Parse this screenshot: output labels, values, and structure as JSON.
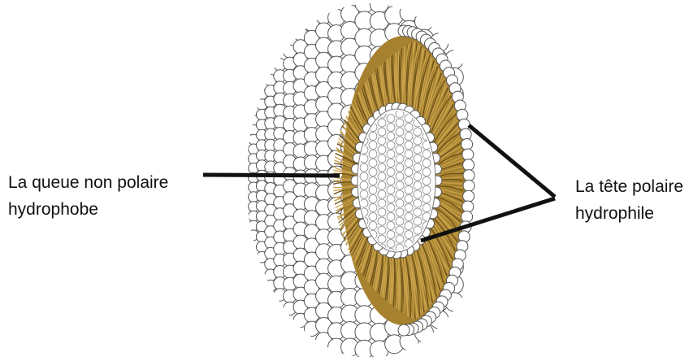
{
  "labels": {
    "tail": {
      "line1": "La queue non polaire",
      "line2": "hydrophobe"
    },
    "head": {
      "line1": "La tête polaire",
      "line2": "hydrophile"
    }
  },
  "colors": {
    "background": "#ffffff",
    "lipid_tail": "#a6812f",
    "lipid_tail_dark": "#6e5218",
    "head_fill": "#ffffff",
    "head_outline": "#555555",
    "pointer": "#111111"
  },
  "icons": {
    "liposome": "liposome-cross-section"
  }
}
